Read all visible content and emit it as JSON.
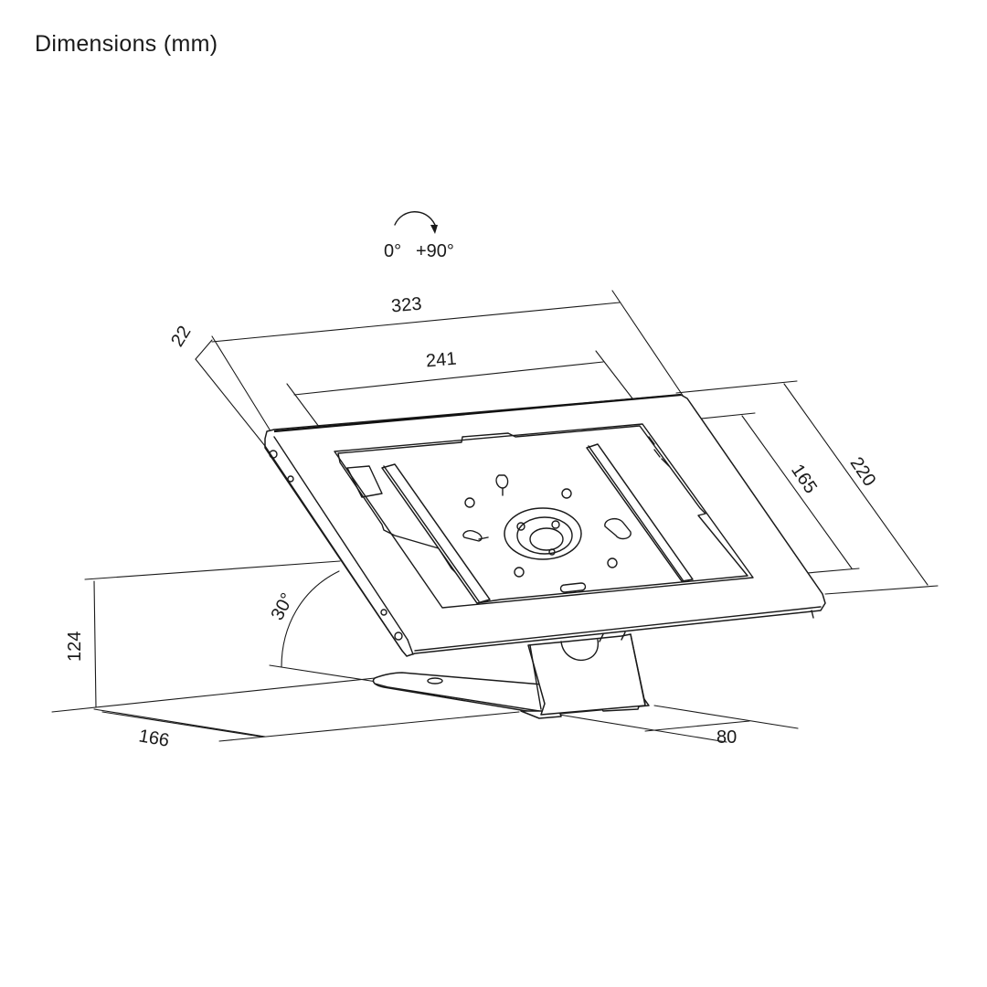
{
  "title": "Dimensions (mm)",
  "rotation": {
    "from": "0°",
    "to": "+90°",
    "icon": "rotate-arrow-icon"
  },
  "dimensions": {
    "overall_width": "323",
    "inner_width": "241",
    "depth": "22",
    "overall_height": "220",
    "inner_height": "165",
    "stand_height": "124",
    "tilt_angle": "30°",
    "base_depth": "166",
    "base_width": "80"
  }
}
